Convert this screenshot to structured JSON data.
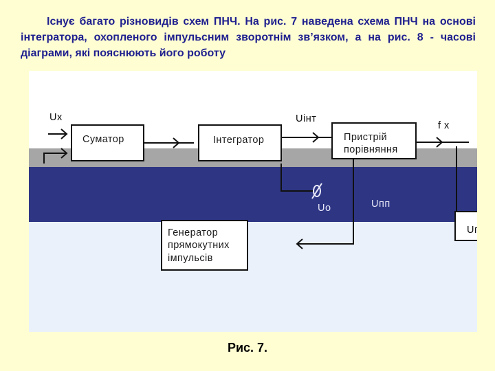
{
  "paragraph": "Існує багато різновидів схем ПНЧ. На рис. 7 наведена схема ПНЧ на основі інтегратора, охопленого імпульсним зворотнім зв’язком, а на рис. 8 - часові діаграми, які пояснюють його роботу",
  "diagram": {
    "blocks": {
      "summator": "Суматор",
      "integrator": "Інтегратор",
      "comparator_line1": "Пристрій",
      "comparator_line2": "порівняння",
      "generator_line1": "Генератор",
      "generator_line2": "прямокутних",
      "generator_line3": "імпульсів"
    },
    "signals": {
      "ux": "Uх",
      "uint": "Uінт",
      "fx": "f х",
      "uo": "Uо",
      "upp": "Uпп",
      "un": "Uп"
    },
    "colors": {
      "page_background": "#fefed2",
      "top_band": "#ffffff",
      "gray_band": "#a6a6a6",
      "dark_band": "#2e3684",
      "light_band": "#eaf1fb",
      "lines": "#111111"
    }
  },
  "caption": "Рис. 7."
}
